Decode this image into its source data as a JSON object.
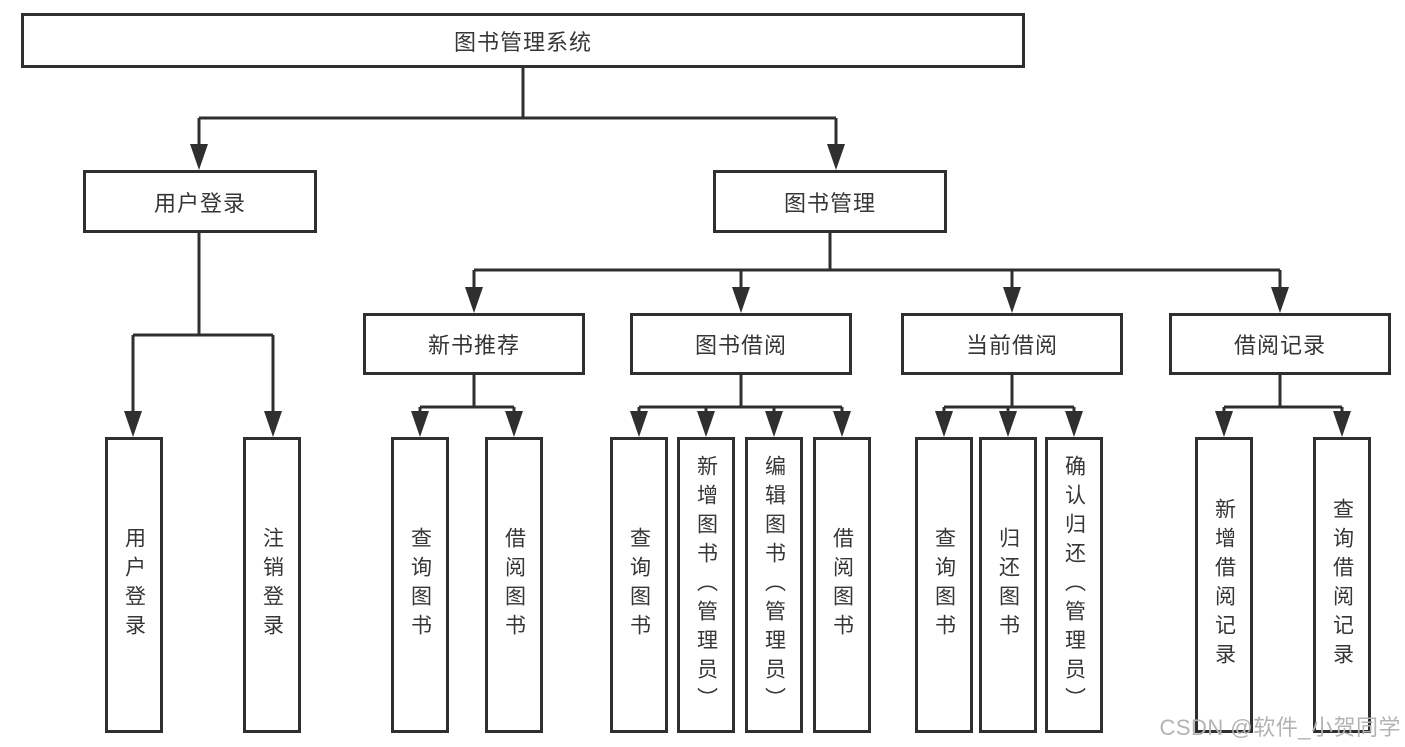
{
  "diagram": {
    "root": {
      "label": "图书管理系统"
    },
    "level2": {
      "user_login": {
        "label": "用户登录"
      },
      "book_mgmt": {
        "label": "图书管理"
      }
    },
    "level3": {
      "new_books": {
        "label": "新书推荐"
      },
      "book_borrow": {
        "label": "图书借阅"
      },
      "current_borrow": {
        "label": "当前借阅"
      },
      "borrow_records": {
        "label": "借阅记录"
      }
    },
    "leaves": {
      "user_login_children": [
        "用户登录",
        "注销登录"
      ],
      "new_books_children": [
        "查询图书",
        "借阅图书"
      ],
      "book_borrow_children": [
        "查询图书",
        "新增图书（管理员）",
        "编辑图书（管理员）",
        "借阅图书"
      ],
      "current_borrow_children": [
        "查询图书",
        "归还图书",
        "确认归还（管理员）"
      ],
      "borrow_records_children": [
        "新增借阅记录",
        "查询借阅记录"
      ]
    }
  },
  "watermark": "CSDN @软件_小贺同学",
  "colors": {
    "line": "#2f2f2f",
    "text": "#363636",
    "watermark": "#b3b3b5",
    "background": "#ffffff"
  }
}
